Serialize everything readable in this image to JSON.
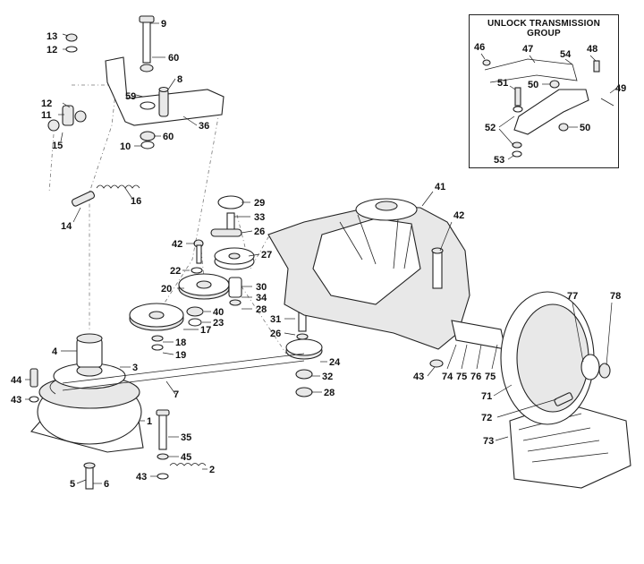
{
  "inset": {
    "title": "UNLOCK TRANSMISSION GROUP"
  },
  "labels": [
    {
      "id": "9",
      "text": "9"
    },
    {
      "id": "13",
      "text": "13"
    },
    {
      "id": "12a",
      "text": "12"
    },
    {
      "id": "60a",
      "text": "60"
    },
    {
      "id": "8",
      "text": "8"
    },
    {
      "id": "12b",
      "text": "12"
    },
    {
      "id": "59",
      "text": "59"
    },
    {
      "id": "11",
      "text": "11"
    },
    {
      "id": "36",
      "text": "36"
    },
    {
      "id": "15",
      "text": "15"
    },
    {
      "id": "10",
      "text": "10"
    },
    {
      "id": "60b",
      "text": "60"
    },
    {
      "id": "16",
      "text": "16"
    },
    {
      "id": "14",
      "text": "14"
    },
    {
      "id": "41",
      "text": "41"
    },
    {
      "id": "42a",
      "text": "42"
    },
    {
      "id": "29",
      "text": "29"
    },
    {
      "id": "33",
      "text": "33"
    },
    {
      "id": "42b",
      "text": "42"
    },
    {
      "id": "26a",
      "text": "26"
    },
    {
      "id": "27",
      "text": "27"
    },
    {
      "id": "22",
      "text": "22"
    },
    {
      "id": "20",
      "text": "20"
    },
    {
      "id": "30",
      "text": "30"
    },
    {
      "id": "34",
      "text": "34"
    },
    {
      "id": "28a",
      "text": "28"
    },
    {
      "id": "40",
      "text": "40"
    },
    {
      "id": "23",
      "text": "23"
    },
    {
      "id": "17",
      "text": "17"
    },
    {
      "id": "18",
      "text": "18"
    },
    {
      "id": "19",
      "text": "19"
    },
    {
      "id": "31",
      "text": "31"
    },
    {
      "id": "26b",
      "text": "26"
    },
    {
      "id": "4",
      "text": "4"
    },
    {
      "id": "3",
      "text": "3"
    },
    {
      "id": "24",
      "text": "24"
    },
    {
      "id": "32",
      "text": "32"
    },
    {
      "id": "28b",
      "text": "28"
    },
    {
      "id": "44",
      "text": "44"
    },
    {
      "id": "43a",
      "text": "43"
    },
    {
      "id": "7",
      "text": "7"
    },
    {
      "id": "1",
      "text": "1"
    },
    {
      "id": "35",
      "text": "35"
    },
    {
      "id": "45",
      "text": "45"
    },
    {
      "id": "2",
      "text": "2"
    },
    {
      "id": "43b",
      "text": "43"
    },
    {
      "id": "5",
      "text": "5"
    },
    {
      "id": "6",
      "text": "6"
    },
    {
      "id": "43c",
      "text": "43"
    },
    {
      "id": "74",
      "text": "74"
    },
    {
      "id": "75a",
      "text": "75"
    },
    {
      "id": "76",
      "text": "76"
    },
    {
      "id": "75b",
      "text": "75"
    },
    {
      "id": "77",
      "text": "77"
    },
    {
      "id": "78",
      "text": "78"
    },
    {
      "id": "71",
      "text": "71"
    },
    {
      "id": "72",
      "text": "72"
    },
    {
      "id": "73",
      "text": "73"
    },
    {
      "id": "46",
      "text": "46"
    },
    {
      "id": "47",
      "text": "47"
    },
    {
      "id": "48",
      "text": "48"
    },
    {
      "id": "54",
      "text": "54"
    },
    {
      "id": "51",
      "text": "51"
    },
    {
      "id": "50a",
      "text": "50"
    },
    {
      "id": "49",
      "text": "49"
    },
    {
      "id": "52",
      "text": "52"
    },
    {
      "id": "50b",
      "text": "50"
    },
    {
      "id": "53",
      "text": "53"
    }
  ]
}
